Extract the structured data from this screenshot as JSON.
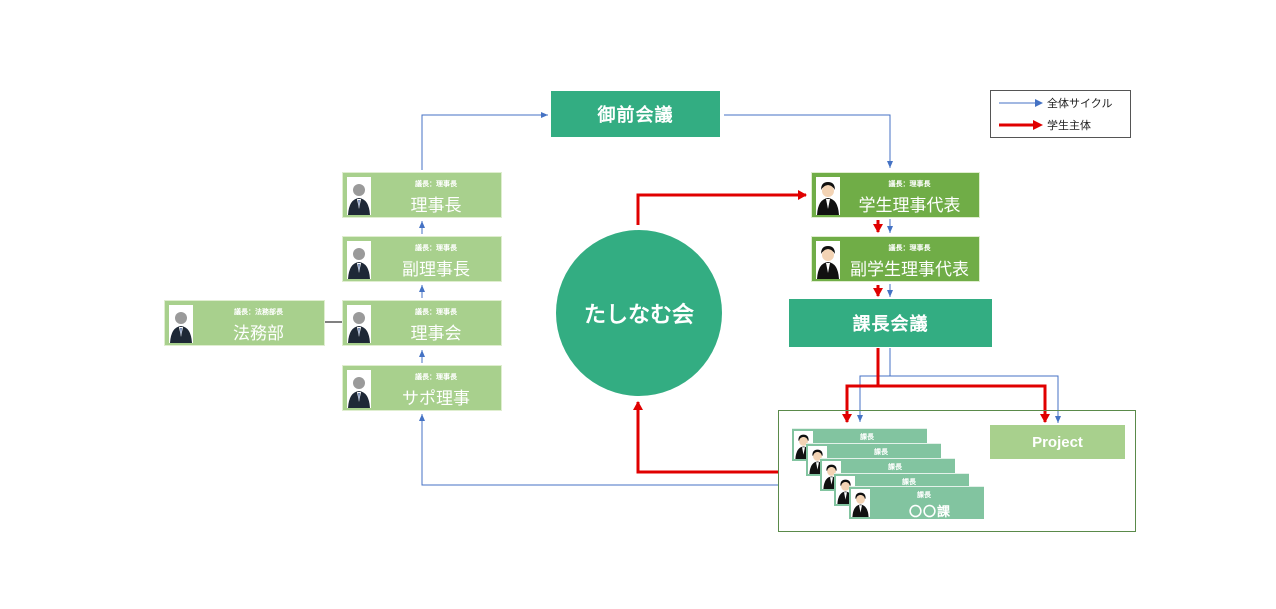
{
  "top_box": {
    "label": "御前会議"
  },
  "circle": {
    "label": "たしなむ会"
  },
  "left_column": [
    {
      "role": "議長：理事長",
      "name": "理事長"
    },
    {
      "role": "議長：理事長",
      "name": "副理事長"
    },
    {
      "role": "議長：理事長",
      "name": "理事会"
    },
    {
      "role": "議長：理事長",
      "name": "サポ理事"
    }
  ],
  "legal": {
    "role": "議長：法務部長",
    "name": "法務部"
  },
  "right_column": [
    {
      "role": "議長：理事長",
      "name": "学生理事代表"
    },
    {
      "role": "議長：理事長",
      "name": "副学生理事代表"
    }
  ],
  "section_meeting": {
    "label": "課長会議"
  },
  "sections": {
    "card_title": "課長",
    "front_name": "〇〇課",
    "count": 5
  },
  "project": {
    "label": "Project"
  },
  "legend": {
    "items": [
      {
        "label": "全体サイクル",
        "color": "#4472c4"
      },
      {
        "label": "学生主体",
        "color": "#e00000"
      }
    ]
  },
  "colors": {
    "teal": "#33ad82",
    "light_green": "#a8d08d",
    "mid_green": "#70ad47",
    "blue_arrow": "#4472c4",
    "red_arrow": "#e00000"
  }
}
